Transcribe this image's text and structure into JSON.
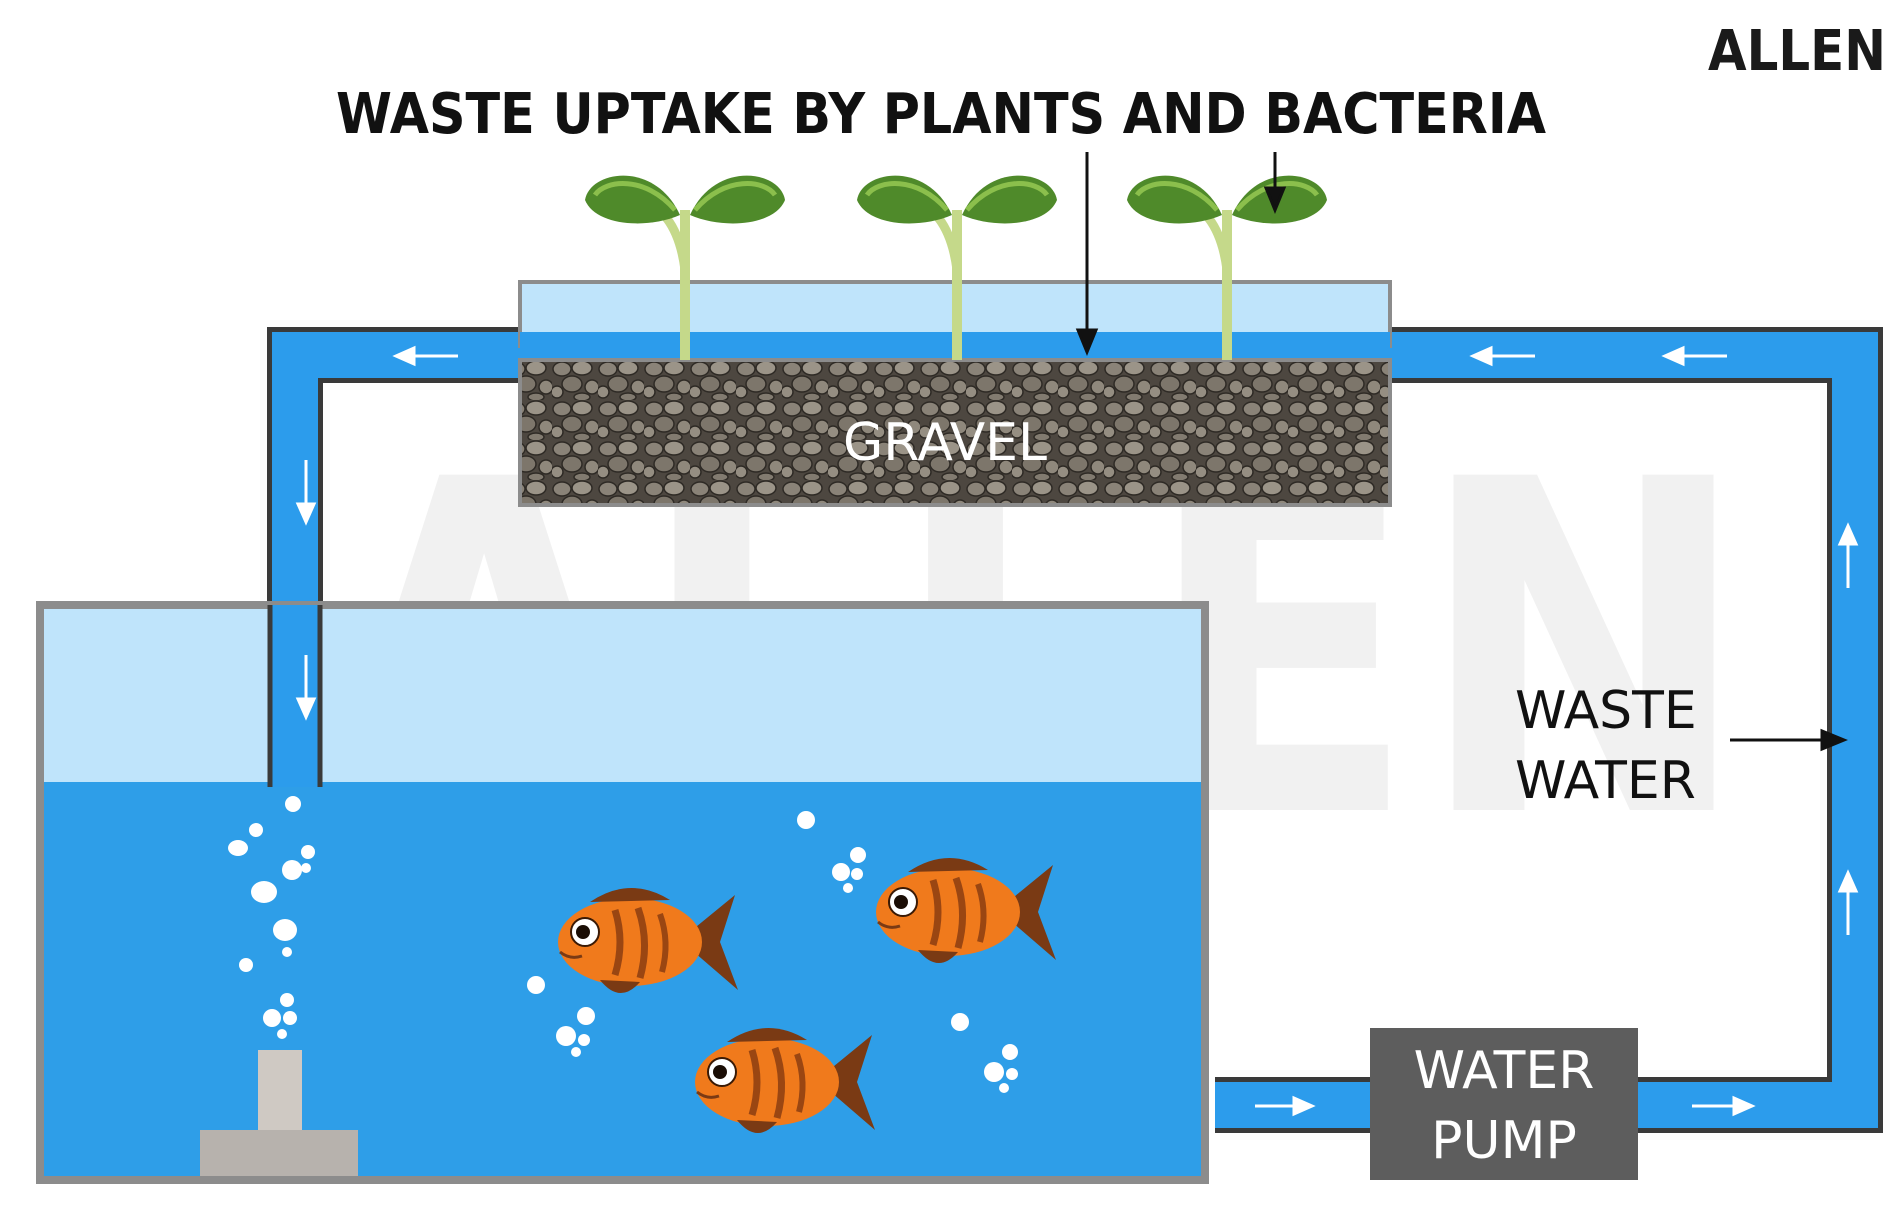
{
  "logo": {
    "text": "ALLEN"
  },
  "watermark": {
    "text": "ALLEN"
  },
  "labels": {
    "title": "WASTE UPTAKE BY PLANTS AND BACTERIA",
    "gravel": "GRAVEL",
    "waste_water_line1": "WASTE",
    "waste_water_line2": "WATER",
    "pump_line1": "WATER",
    "pump_line2": "PUMP"
  },
  "colors": {
    "pipe": "#2c9cec",
    "pipe_outline": "#3a3a3a",
    "water_dark": "#2e9ee8",
    "water_light": "#bfe4fb",
    "tank_border": "#8c8c8c",
    "gravel_bg": "#5e5850",
    "pump_box": "#5d5d5d",
    "fish": "#f07a1c",
    "leaf": "#4f8a2a",
    "stem": "#c5d98a",
    "text": "#111111"
  }
}
